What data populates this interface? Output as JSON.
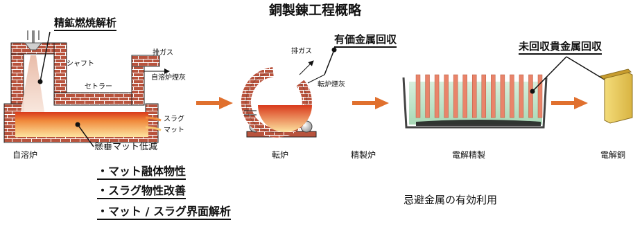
{
  "title": "銅製錬工程概略",
  "callouts": {
    "smelt": "精鉱燃焼解析",
    "valuable_metal": "有価金属回収",
    "precious_metal": "未回収貴金属回収",
    "suspended_matte": "懸垂マット低減",
    "harmful_metal": "忌避金属の有効利用"
  },
  "furnace_labels": {
    "shaft": "シャフト",
    "settler": "セトラー",
    "offgas": "排ガス",
    "flue_dust": "自溶炉煙灰",
    "slag": "スラグ",
    "matte": "マット"
  },
  "converter_labels": {
    "offgas": "排ガス",
    "flue_dust": "転炉煙灰"
  },
  "process_labels": {
    "flash_furnace": "自溶炉",
    "converter": "転炉",
    "refining": "精製炉",
    "electrolysis": "電解精製",
    "cathode": "電解銅"
  },
  "bullets": [
    "・マット融体物性",
    "・スラグ物性改善",
    "・マット / スラグ界面解析"
  ],
  "colors": {
    "brick": "#b8533d",
    "mortar": "#ffffff",
    "arrow": "#e0702e",
    "molten_hot": "#d93a1c",
    "molten_warm": "#f6c770",
    "electrolyte": "#bfe3c9",
    "electrode": "#e9846a",
    "cathode": "#e8c85a"
  }
}
